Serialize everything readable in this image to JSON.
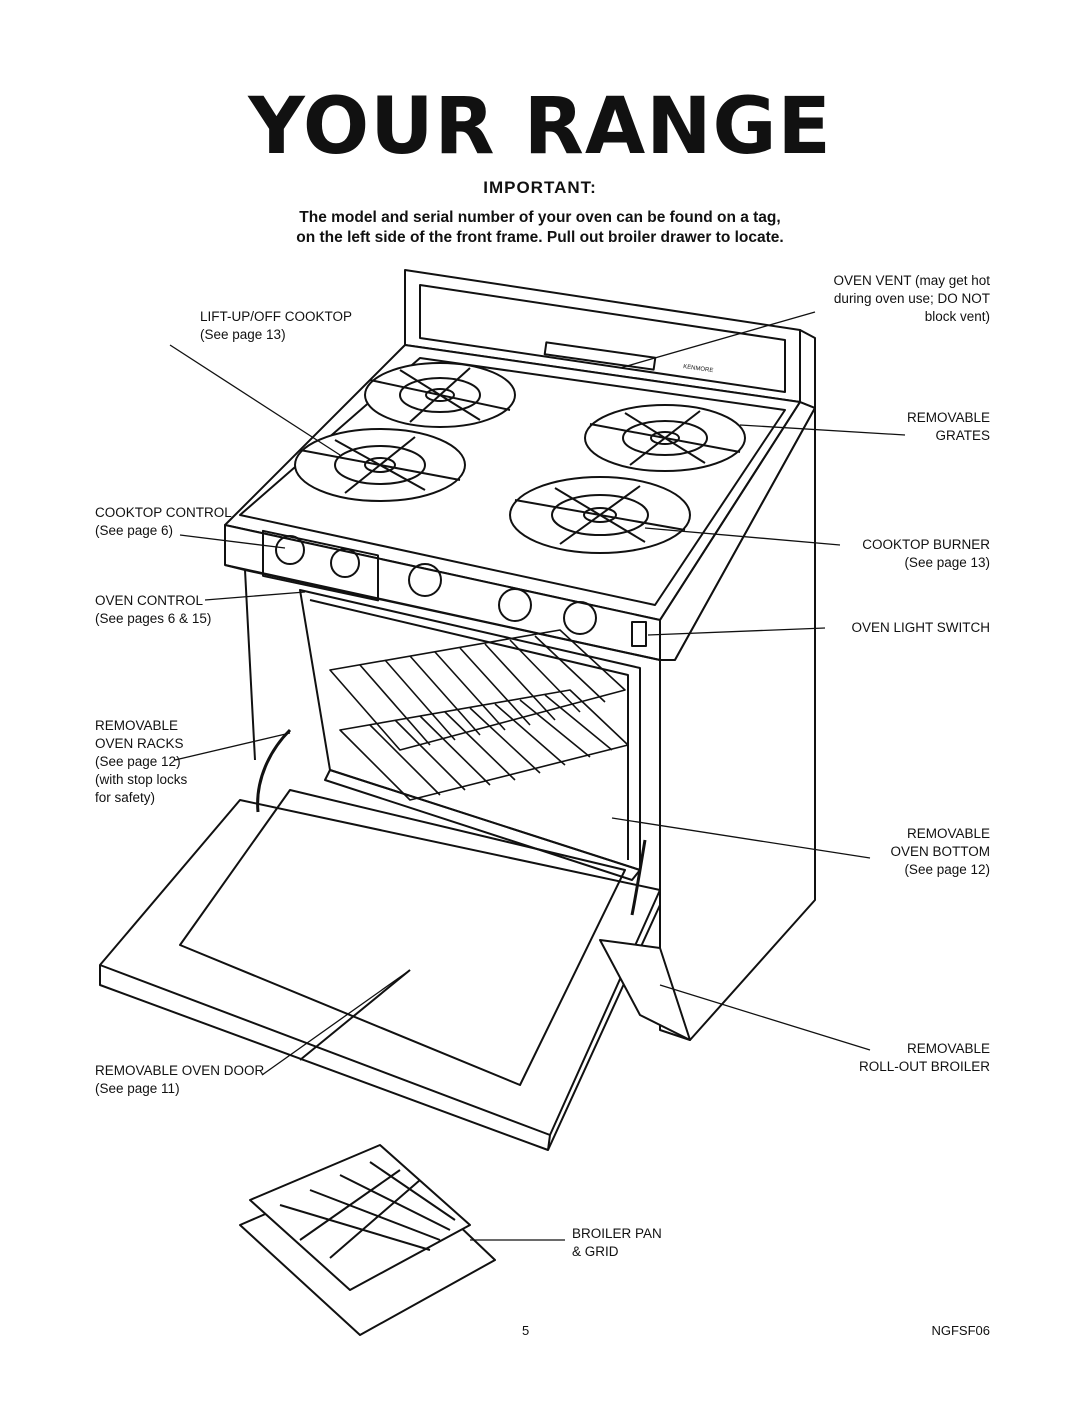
{
  "header": {
    "title": "YOUR RANGE",
    "important": "IMPORTANT:",
    "note_line1": "The model and serial number of your oven can be found on a tag,",
    "note_line2": "on the left side of the front frame. Pull out broiler drawer to locate."
  },
  "labels": {
    "lift_cooktop": {
      "name": "LIFT-UP/OFF COOKTOP",
      "ref": "(See page 13)"
    },
    "cooktop_control": {
      "name": "COOKTOP CONTROL",
      "ref": "(See page 6)"
    },
    "oven_control": {
      "name": "OVEN CONTROL",
      "ref": "(See pages 6 & 15)"
    },
    "oven_racks": {
      "line1": "REMOVABLE",
      "line2": "OVEN RACKS",
      "ref": "(See page 12)",
      "extra1": "(with stop locks",
      "extra2": "for safety)"
    },
    "oven_door": {
      "name": "REMOVABLE OVEN DOOR",
      "ref": "(See page 11)"
    },
    "oven_vent": {
      "line1": "OVEN VENT (may get hot",
      "line2": "during oven use; DO NOT",
      "line3": "block vent)"
    },
    "grates": {
      "line1": "REMOVABLE",
      "line2": "GRATES"
    },
    "cooktop_burner": {
      "name": "COOKTOP BURNER",
      "ref": "(See page 13)"
    },
    "oven_light_switch": {
      "name": "OVEN LIGHT SWITCH"
    },
    "oven_bottom": {
      "line1": "REMOVABLE",
      "line2": "OVEN BOTTOM",
      "ref": "(See page 12)"
    },
    "broiler": {
      "line1": "REMOVABLE",
      "line2": "ROLL-OUT BROILER"
    },
    "broiler_pan": {
      "line1": "BROILER PAN",
      "line2": "& GRID"
    }
  },
  "brand": "KENMORE",
  "footer": {
    "page_number": "5",
    "code": "NGFSF06"
  }
}
